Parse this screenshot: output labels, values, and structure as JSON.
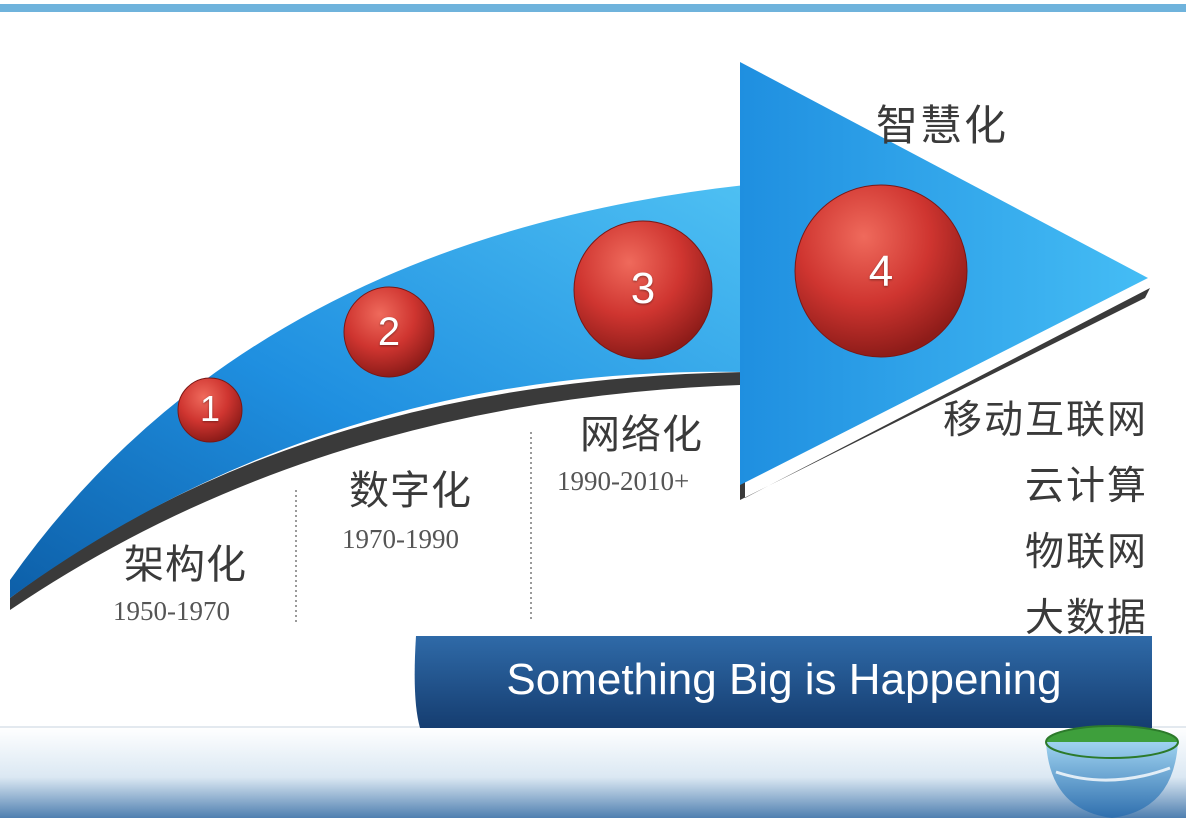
{
  "stages": [
    {
      "number": "1",
      "title": "架构化",
      "years": "1950-1970"
    },
    {
      "number": "2",
      "title": "数字化",
      "years": "1970-1990"
    },
    {
      "number": "3",
      "title": "网络化",
      "years": "1990-2010+"
    },
    {
      "number": "4",
      "title": "智慧化",
      "years": ""
    }
  ],
  "technologies": [
    "移动互联网",
    "云计算",
    "物联网",
    "大数据"
  ],
  "banner": {
    "text": "Something Big is Happening"
  },
  "colors": {
    "arrow_blue": "#1f8fe0",
    "arrow_light": "#3fb0ef",
    "shadow": "#3a3a3a",
    "circle_red": "#c8302c",
    "banner_navy": "#1e4f8c",
    "top_line": "#6fb3dc"
  }
}
